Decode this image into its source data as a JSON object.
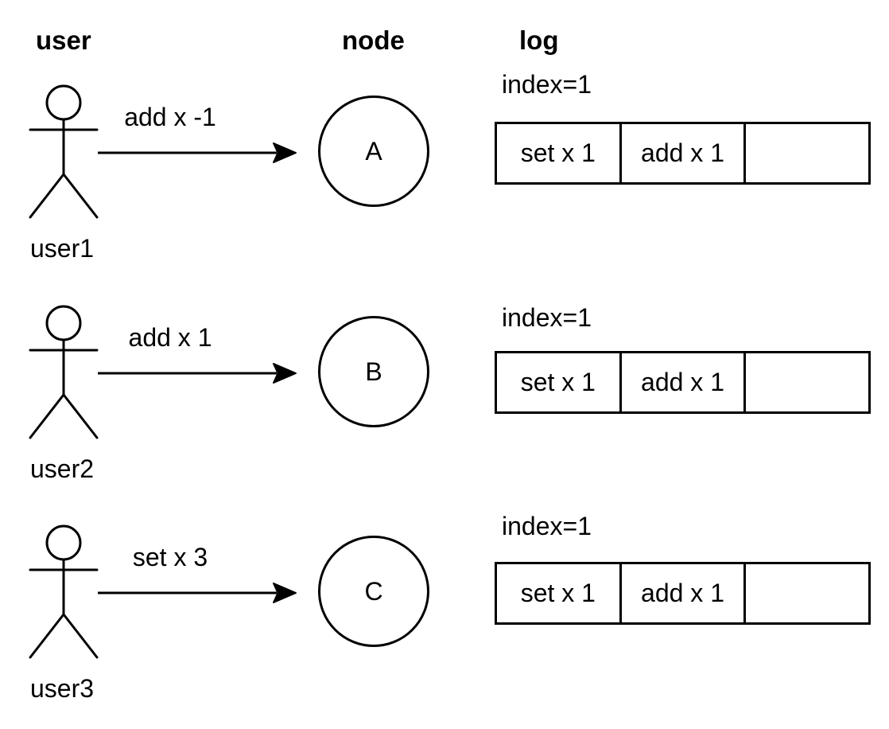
{
  "headers": {
    "user": "user",
    "node": "node",
    "log": "log"
  },
  "rows": [
    {
      "user_label": "user1",
      "message": "add x -1",
      "node_label": "A",
      "log": {
        "index_label": "index=1",
        "cells": [
          "set x 1",
          "add x 1",
          ""
        ]
      }
    },
    {
      "user_label": "user2",
      "message": "add x 1",
      "node_label": "B",
      "log": {
        "index_label": "index=1",
        "cells": [
          "set x 1",
          "add x 1",
          ""
        ]
      }
    },
    {
      "user_label": "user3",
      "message": "set x 3",
      "node_label": "C",
      "log": {
        "index_label": "index=1",
        "cells": [
          "set x 1",
          "add x 1",
          ""
        ]
      }
    }
  ],
  "colors": {
    "stroke": "#000000",
    "text": "#000000",
    "background": "#ffffff"
  }
}
